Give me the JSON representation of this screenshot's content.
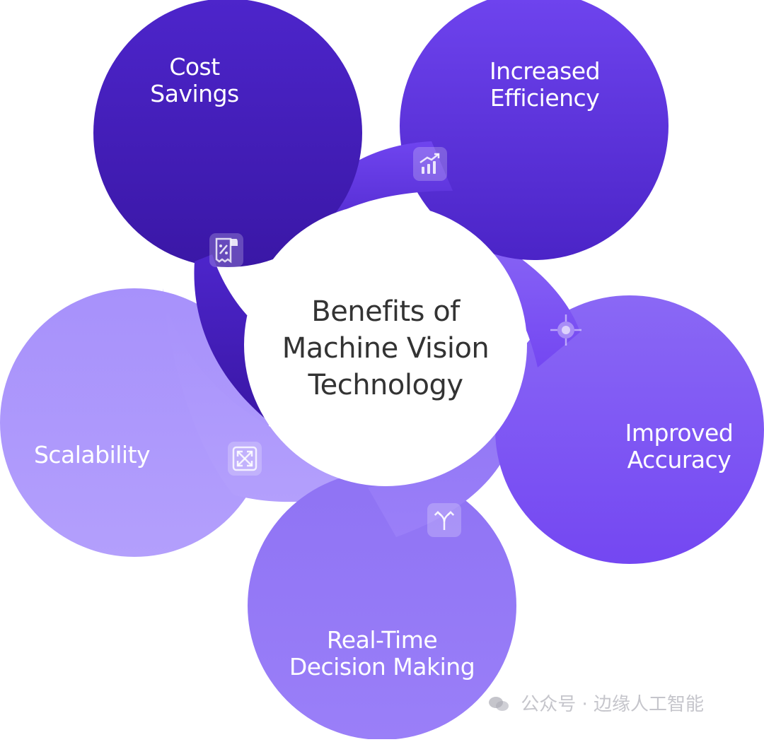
{
  "diagram": {
    "center": {
      "line1": "Benefits of",
      "line2": "Machine Vision",
      "line3": "Technology"
    },
    "petals": [
      {
        "id": "cost",
        "line1": "Cost",
        "line2": "Savings",
        "icon": "receipt-percent-icon",
        "color": "#4a22c4"
      },
      {
        "id": "efficiency",
        "line1": "Increased",
        "line2": "Efficiency",
        "icon": "growth-chart-icon",
        "color": "#6a3de8"
      },
      {
        "id": "accuracy",
        "line1": "Improved",
        "line2": "Accuracy",
        "icon": "crosshair-icon",
        "color": "#7c55f3"
      },
      {
        "id": "realtime",
        "line1": "Real-Time",
        "line2": "Decision Making",
        "icon": "split-arrow-icon",
        "color": "#8e71f6"
      },
      {
        "id": "scalability",
        "line1": "Scalability",
        "line2": "",
        "icon": "expand-arrows-icon",
        "color": "#ad98fb"
      }
    ]
  },
  "watermark": {
    "text": "公众号 · 边缘人工智能",
    "icon": "wechat-icon"
  }
}
